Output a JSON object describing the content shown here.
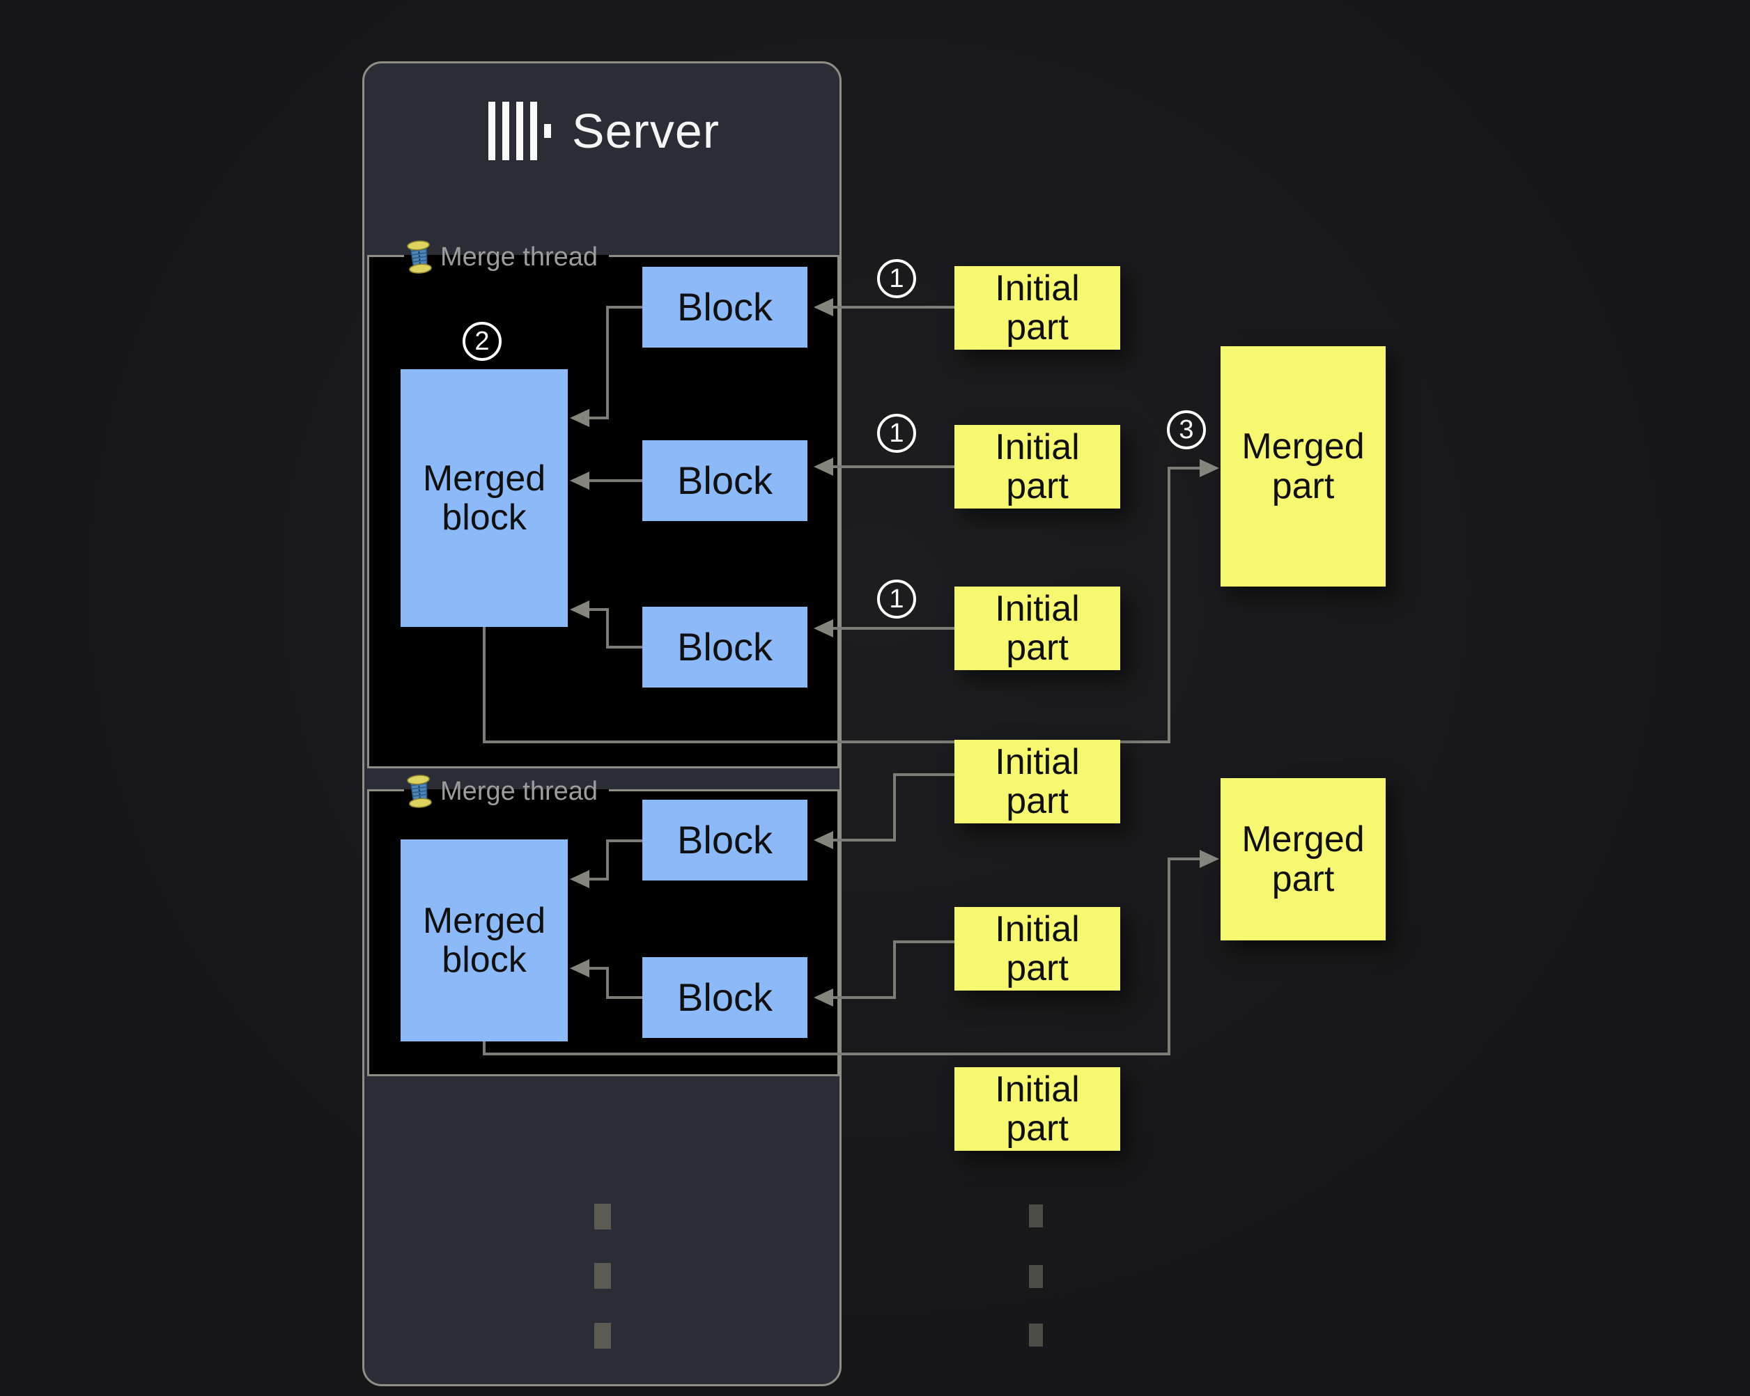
{
  "colors": {
    "background": "#18181a",
    "server_panel": "#2b2d36",
    "panel_border": "#8e8e86",
    "thread_panel": "#000000",
    "block_fill": "#8cb9f8",
    "part_fill": "#f6f870",
    "connector": "#7d7d78",
    "badge": "#ffffff"
  },
  "server": {
    "title": "Server",
    "logo_icon": "clickhouse-logo"
  },
  "threads": [
    {
      "label": "Merge thread",
      "icon": "thread-spool",
      "badge": "2",
      "merged_block": {
        "label": "Merged block"
      },
      "blocks": [
        {
          "label": "Block"
        },
        {
          "label": "Block"
        },
        {
          "label": "Block"
        }
      ],
      "initial_parts": [
        {
          "label": "Initial part",
          "badge": "1"
        },
        {
          "label": "Initial part",
          "badge": "1"
        },
        {
          "label": "Initial part",
          "badge": "1"
        }
      ],
      "merged_part": {
        "label": "Merged part",
        "badge": "3"
      }
    },
    {
      "label": "Merge thread",
      "icon": "thread-spool",
      "merged_block": {
        "label": "Merged block"
      },
      "blocks": [
        {
          "label": "Block"
        },
        {
          "label": "Block"
        }
      ],
      "initial_parts": [
        {
          "label": "Initial part"
        },
        {
          "label": "Initial part"
        },
        {
          "label": "Initial part"
        }
      ],
      "merged_part": {
        "label": "Merged part"
      }
    }
  ]
}
